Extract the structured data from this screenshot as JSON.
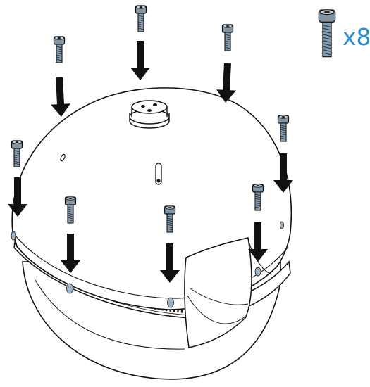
{
  "illustration": {
    "quantity_label": "x8",
    "screw_count": 8,
    "colors": {
      "line": "#111111",
      "screw_fill": "#7a8fa0",
      "screw_light": "#cdd7df",
      "hole_fill": "#9fb4c6",
      "accent_text": "#2a8fcf",
      "shell_fill": "#ffffff",
      "arrow_fill": "#111111"
    },
    "icons": [
      "screw-icon",
      "down-arrow-icon",
      "dome-shell",
      "gear-ring",
      "cable-gland"
    ]
  }
}
